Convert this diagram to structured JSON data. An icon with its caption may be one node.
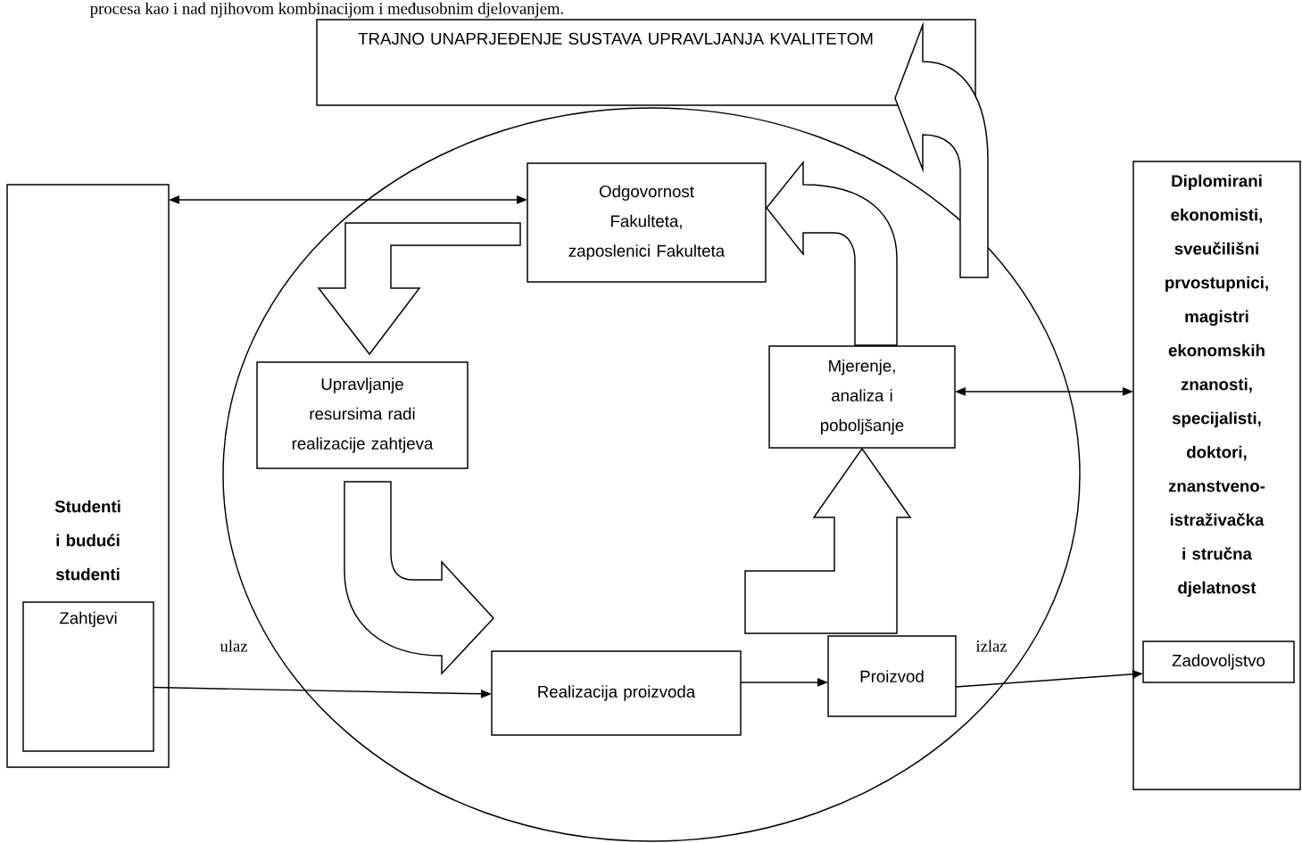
{
  "diagram": {
    "nodes": [
      {
        "text": [
          "Studenti i budući studenti"
        ]
      },
      {
        "text": [
          "Zahtjevi"
        ],
        "in": 0
      },
      {
        "text": [
          "Diplomirani ekonomisti, sveučilišni prvostupnici, magistri ekonomskih znanosti, specijalisti, doktori, znanstveno-istraživačka i stručna djelatnost"
        ]
      },
      {
        "text": [
          "Zadovoljstvo"
        ],
        "in": 2
      },
      {
        "text": [
          "TRAJNO UNAPRJEĐENJE SUSTAVA UPRAVLJANJA KVALITETOM"
        ]
      },
      {
        "text": [],
        "shape": "circle"
      },
      {
        "text": [
          "Odgovornost Fakulteta, zaposlenici Fakulteta"
        ],
        "in": 5
      },
      {
        "text": [
          "Upravljanje resursima radi realizacije zahtjeva"
        ],
        "in": 5
      },
      {
        "text": [
          "Mjerenje, analiza i poboljšanje"
        ],
        "in": 5
      },
      {
        "text": [
          "Realizacija proizvoda"
        ],
        "in": 5
      },
      {
        "text": [
          "Proizvod"
        ],
        "in": 5
      }
    ],
    "edges": [
      {
        "from": 0,
        "to": 6,
        "arrow": "both"
      },
      {
        "from": 6,
        "to": 7,
        "arrow": "to",
        "style": "thick"
      },
      {
        "from": 7,
        "to": 9,
        "arrow": "to",
        "style": "thick"
      },
      {
        "from": 1,
        "to": 9,
        "arrow": "to",
        "label": "ulaz"
      },
      {
        "from": 9,
        "to": 10,
        "arrow": "to"
      },
      {
        "from": 10,
        "to": 3,
        "arrow": "to",
        "label": "izlaz"
      },
      {
        "from": 10,
        "to": 8,
        "arrow": "to",
        "style": "thick"
      },
      {
        "from": 8,
        "to": 6,
        "arrow": "to",
        "style": "thick"
      },
      {
        "from": 8,
        "to": 2,
        "arrow": "both"
      },
      {
        "from": 5,
        "to": 4,
        "arrow": "to",
        "style": "thick"
      }
    ],
    "labels": [
      "procesa kao i nad njihovom kombinacijom i međusobnim djelovanjem."
    ]
  }
}
